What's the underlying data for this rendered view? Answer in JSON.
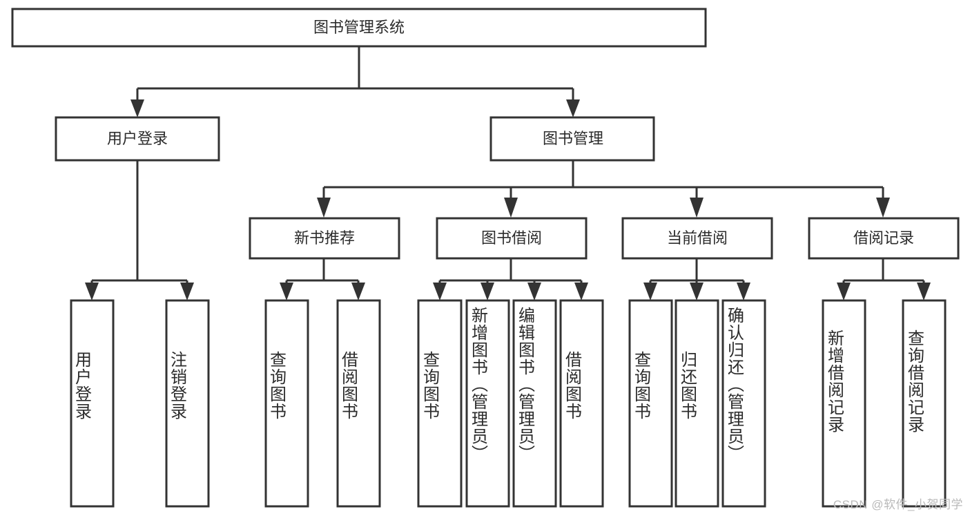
{
  "diagram": {
    "title": "图书管理系统",
    "type": "tree-hierarchy",
    "root": {
      "id": "root",
      "label": "图书管理系统",
      "orientation": "horizontal"
    },
    "level2": [
      {
        "id": "user-login",
        "label": "用户登录",
        "orientation": "horizontal"
      },
      {
        "id": "book-manage",
        "label": "图书管理",
        "orientation": "horizontal"
      }
    ],
    "level3": [
      {
        "id": "new-book-rec",
        "label": "新书推荐",
        "orientation": "horizontal",
        "parent": "book-manage"
      },
      {
        "id": "book-borrow",
        "label": "图书借阅",
        "orientation": "horizontal",
        "parent": "book-manage"
      },
      {
        "id": "current-borrow",
        "label": "当前借阅",
        "orientation": "horizontal",
        "parent": "book-manage"
      },
      {
        "id": "borrow-record",
        "label": "借阅记录",
        "orientation": "horizontal",
        "parent": "book-manage"
      }
    ],
    "leaves": [
      {
        "id": "leaf-user-login",
        "label": "用户登录",
        "orientation": "vertical",
        "parent": "user-login"
      },
      {
        "id": "leaf-user-logout",
        "label": "注销登录",
        "orientation": "vertical",
        "parent": "user-login"
      },
      {
        "id": "leaf-query-book-1",
        "label": "查询图书",
        "orientation": "vertical",
        "parent": "new-book-rec"
      },
      {
        "id": "leaf-borrow-book-1",
        "label": "借阅图书",
        "orientation": "vertical",
        "parent": "new-book-rec"
      },
      {
        "id": "leaf-query-book-2",
        "label": "查询图书",
        "orientation": "vertical",
        "parent": "book-borrow"
      },
      {
        "id": "leaf-add-book",
        "label": "新增图书（管理员）",
        "orientation": "vertical",
        "parent": "book-borrow"
      },
      {
        "id": "leaf-edit-book",
        "label": "编辑图书（管理员）",
        "orientation": "vertical",
        "parent": "book-borrow"
      },
      {
        "id": "leaf-borrow-book-2",
        "label": "借阅图书",
        "orientation": "vertical",
        "parent": "book-borrow"
      },
      {
        "id": "leaf-query-book-3",
        "label": "查询图书",
        "orientation": "vertical",
        "parent": "current-borrow"
      },
      {
        "id": "leaf-return-book",
        "label": "归还图书",
        "orientation": "vertical",
        "parent": "current-borrow"
      },
      {
        "id": "leaf-confirm-return",
        "label": "确认归还（管理员）",
        "orientation": "vertical",
        "parent": "current-borrow"
      },
      {
        "id": "leaf-add-record",
        "label": "新增借阅记录",
        "orientation": "vertical",
        "parent": "borrow-record"
      },
      {
        "id": "leaf-query-record",
        "label": "查询借阅记录",
        "orientation": "vertical",
        "parent": "borrow-record"
      }
    ]
  },
  "watermark": {
    "text": "CSDN @软件_小贺同学"
  },
  "colors": {
    "box_stroke": "#333333",
    "box_fill": "#ffffff",
    "text": "#2b2b2b",
    "background": "#ffffff",
    "watermark": "#b9b9b9"
  }
}
